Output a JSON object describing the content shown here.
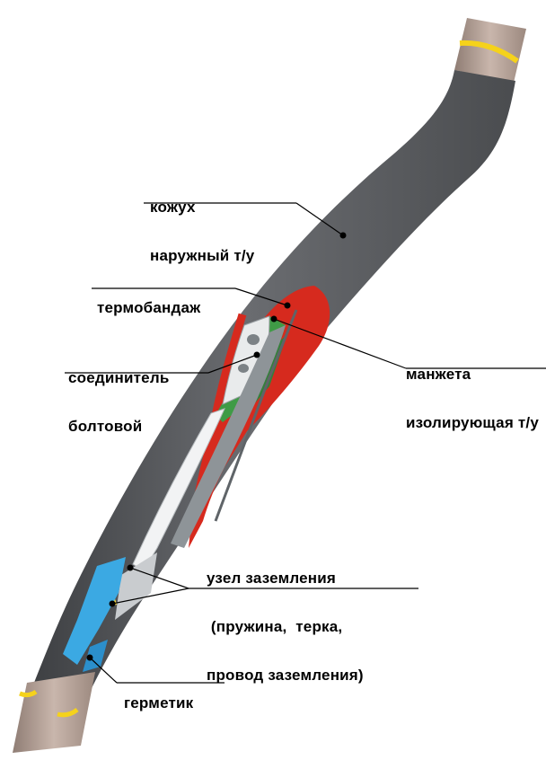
{
  "diagram": {
    "labels": {
      "outer_casing": [
        "кожух",
        "наружный т/у"
      ],
      "heat_bandage": [
        "термобандаж"
      ],
      "bolted_connector": [
        "соединитель",
        "болтовой"
      ],
      "insulating_sleeve": [
        "манжета",
        "изолирующая т/у"
      ],
      "grounding_unit": [
        "узел заземления",
        " (пружина,  терка,",
        "провод заземления)"
      ],
      "sealant": [
        "герметик"
      ]
    },
    "colors": {
      "casing": "#5e6063",
      "casing_dark": "#3f4144",
      "cable_end": "#b7a39a",
      "yellow_band": "#f5d21b",
      "heat_bandage": "#d62a1e",
      "insulating_sleeve": "#3f9b46",
      "connector": "#e9ebec",
      "sealant": "#3ba9e3",
      "grounding_unit": "#f2d53c"
    }
  }
}
